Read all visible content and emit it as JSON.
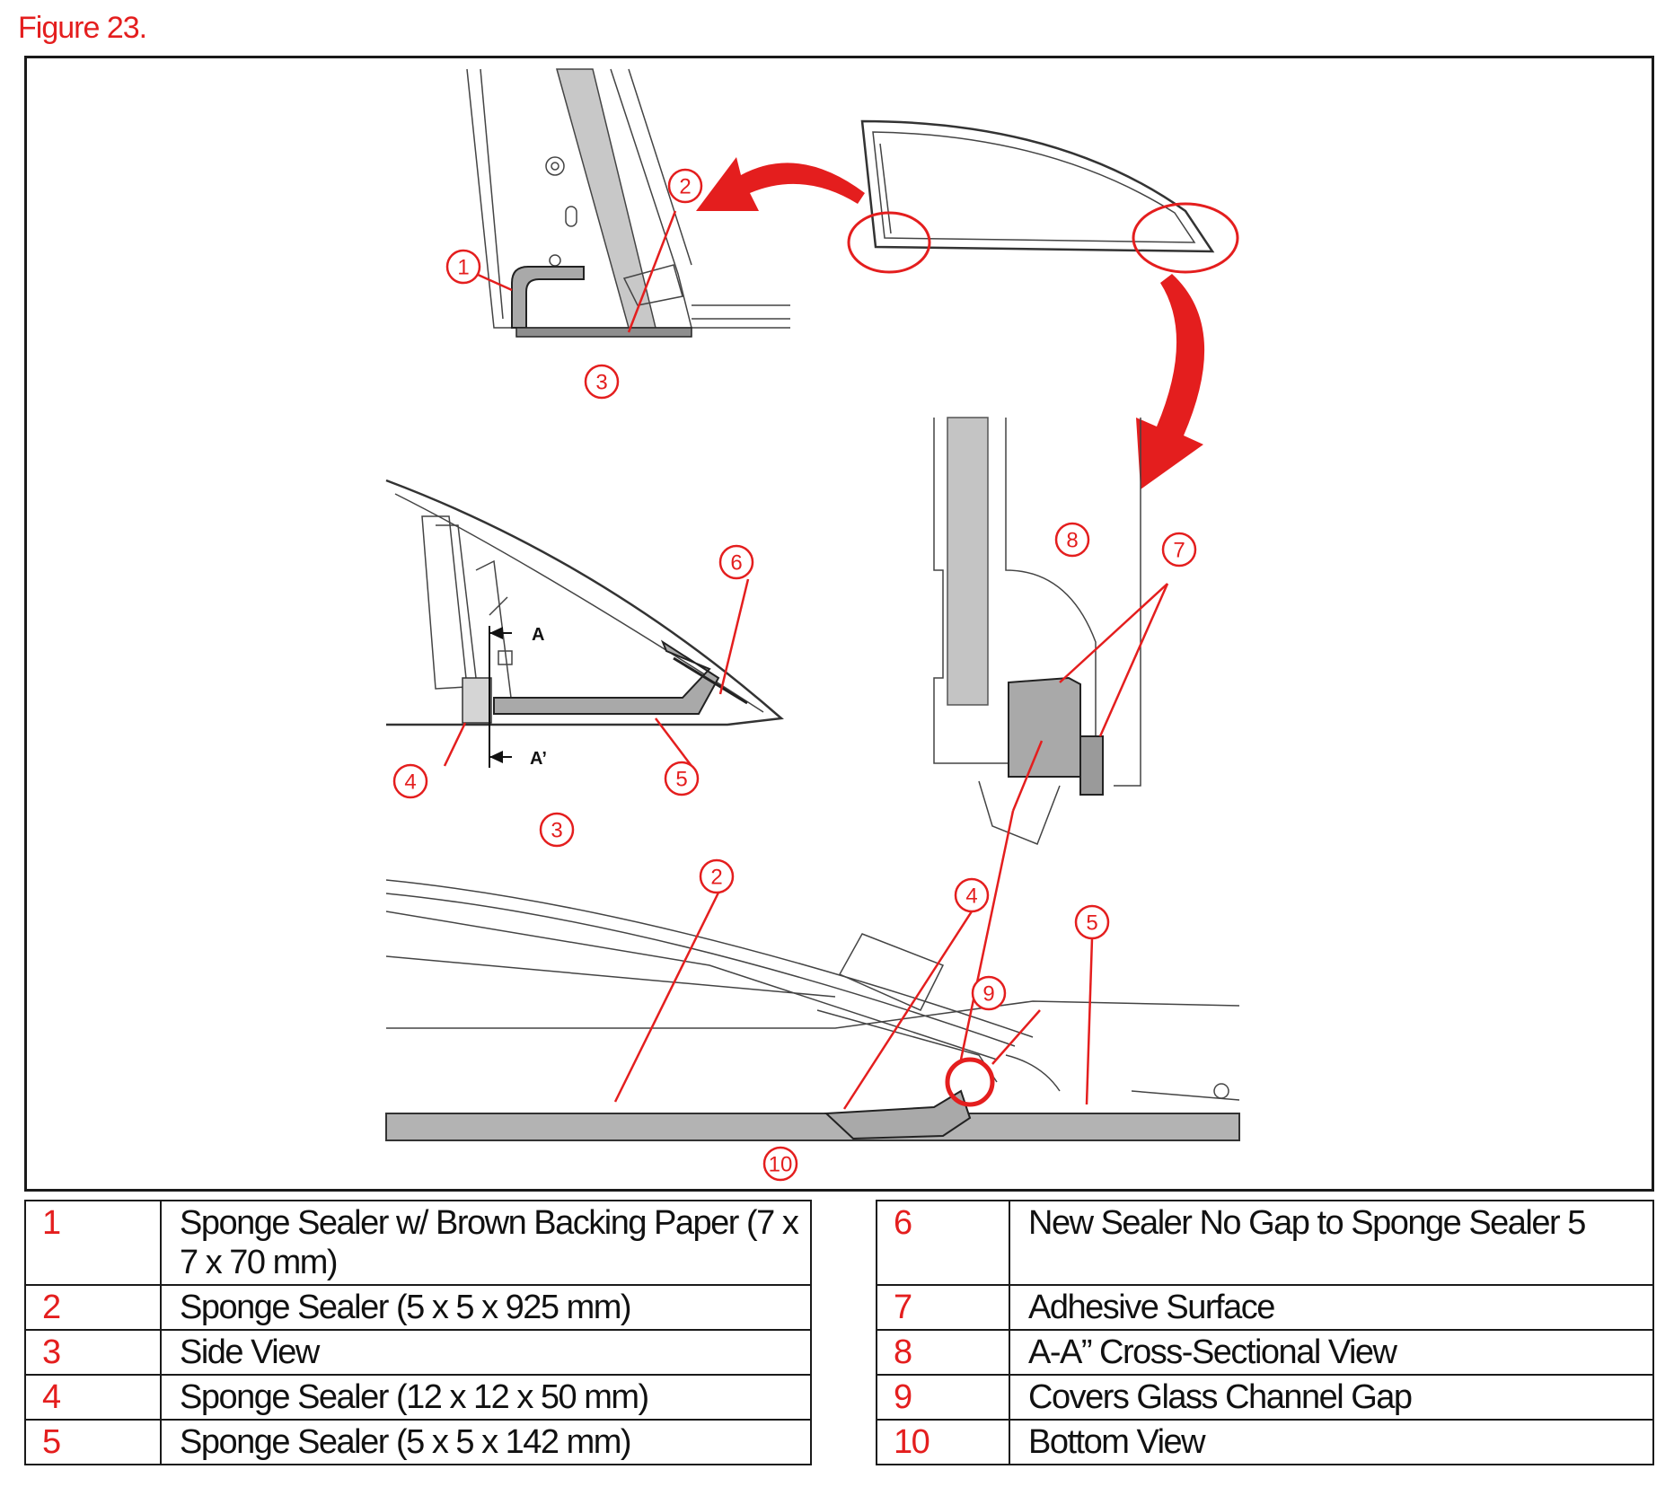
{
  "figure_title": "Figure 23.",
  "colors": {
    "accent": "#e41e1e",
    "sealer": "#a9a9a9",
    "line": "#1a1a1a"
  },
  "callouts": {
    "c1": "1",
    "c2_top": "2",
    "c3_top": "3",
    "c6": "6",
    "c4_mid": "4",
    "c5_mid": "5",
    "c8": "8",
    "c7": "7",
    "c3_bottom": "3",
    "c2_bottom": "2",
    "c4_bottom": "4",
    "c5_bottom": "5",
    "c9": "9",
    "c10": "10"
  },
  "section_labels": {
    "a": "A",
    "a_prime": "A’"
  },
  "legend_left": [
    {
      "num": "1",
      "desc": "Sponge Sealer w/ Brown Backing Paper (7 x 7 x 70 mm)"
    },
    {
      "num": "2",
      "desc": "Sponge Sealer (5 x 5 x 925 mm)"
    },
    {
      "num": "3",
      "desc": "Side View"
    },
    {
      "num": "4",
      "desc": "Sponge Sealer (12 x 12 x 50 mm)"
    },
    {
      "num": "5",
      "desc": "Sponge Sealer (5 x 5 x 142 mm)"
    }
  ],
  "legend_right": [
    {
      "num": "6",
      "desc": "New Sealer No Gap to Sponge Sealer 5"
    },
    {
      "num": "7",
      "desc": "Adhesive Surface"
    },
    {
      "num": "8",
      "desc": "A-A” Cross-Sectional View"
    },
    {
      "num": "9",
      "desc": "Covers Glass Channel Gap"
    },
    {
      "num": "10",
      "desc": "Bottom View"
    }
  ]
}
